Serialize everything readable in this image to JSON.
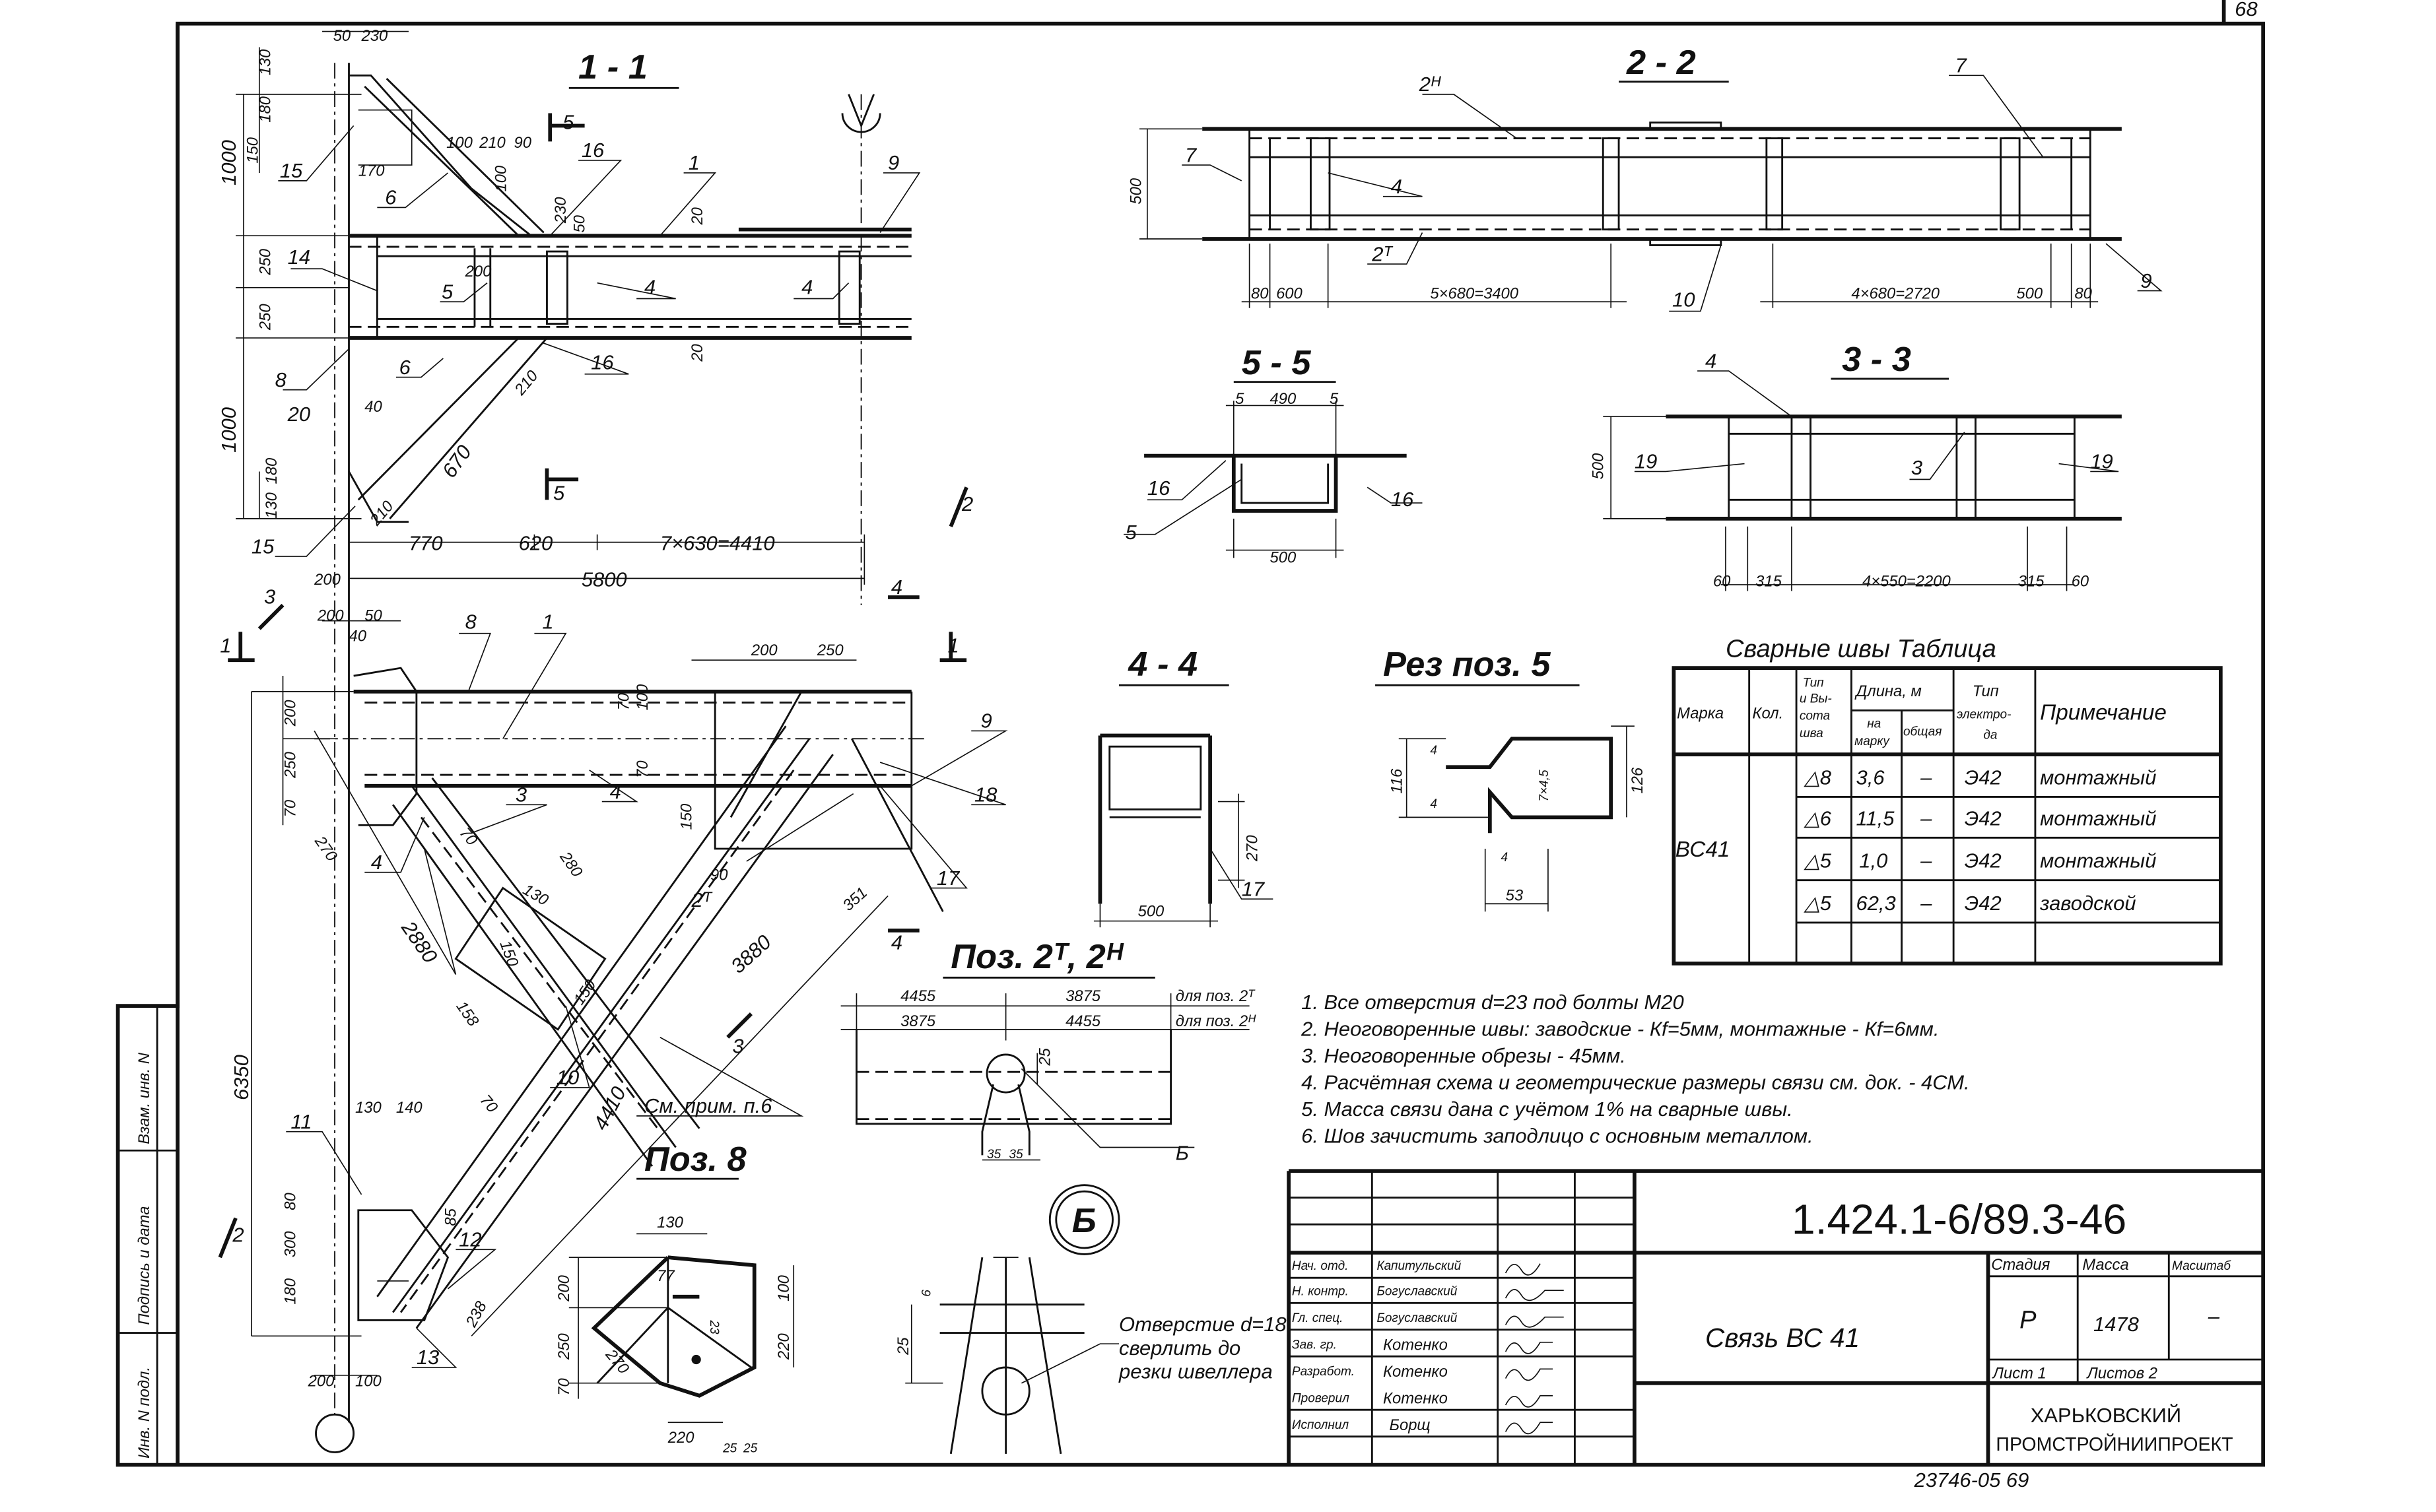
{
  "sheet_number": "68",
  "archive_code": "23746-05 69",
  "view_1_1": {
    "title": "1 - 1",
    "labels": [
      "15",
      "15",
      "14",
      "8",
      "20",
      "6",
      "6",
      "5",
      "4",
      "4",
      "1",
      "9",
      "16",
      "16",
      "5",
      "5"
    ],
    "dims": [
      "50",
      "230",
      "130",
      "180",
      "150",
      "100",
      "170",
      "100",
      "210",
      "90",
      "230",
      "50",
      "20",
      "200",
      "20",
      "1000",
      "250",
      "250",
      "1000",
      "40",
      "180",
      "130",
      "670",
      "210",
      "210",
      "770",
      "620",
      "7×630=4410",
      "5800",
      "200"
    ]
  },
  "view_plan": {
    "labels": [
      "8",
      "1",
      "9",
      "18",
      "3",
      "4",
      "4",
      "2ᵀ",
      "17",
      "10",
      "См. прим. п.6",
      "11",
      "12",
      "13"
    ],
    "section_marks": [
      "1",
      "1",
      "3",
      "3",
      "4",
      "4",
      "2",
      "2"
    ],
    "dims": [
      "200",
      "50",
      "40",
      "200",
      "250",
      "70",
      "270",
      "2880",
      "158",
      "6350",
      "130",
      "140",
      "300",
      "80",
      "180",
      "200",
      "100",
      "4410",
      "238",
      "3880",
      "351",
      "200",
      "250",
      "70",
      "100",
      "70",
      "150",
      "90",
      "280",
      "130",
      "150",
      "150",
      "70",
      "70",
      "85"
    ]
  },
  "view_2_2": {
    "title": "2 - 2",
    "labels": [
      "2ᴴ",
      "7",
      "7",
      "4",
      "2ᵀ",
      "10",
      "9"
    ],
    "dims": [
      "500",
      "80",
      "600",
      "5×680=3400",
      "4×680=2720",
      "500",
      "80"
    ]
  },
  "view_5_5": {
    "title": "5 - 5",
    "labels": [
      "16",
      "16",
      "5"
    ],
    "dims": [
      "5",
      "490",
      "5",
      "500"
    ]
  },
  "view_3_3": {
    "title": "3 - 3",
    "labels": [
      "4",
      "19",
      "3",
      "19"
    ],
    "dims": [
      "500",
      "60",
      "315",
      "4×550=2200",
      "315",
      "60"
    ]
  },
  "view_4_4": {
    "title": "4 - 4",
    "labels": [
      "17"
    ],
    "dims": [
      "270",
      "500"
    ]
  },
  "view_rez_5": {
    "title": "Рез поз. 5",
    "dims": [
      "116",
      "4",
      "4",
      "126",
      "7×4,5",
      "4",
      "53"
    ]
  },
  "view_poz_2": {
    "title": "Поз. 2ᵀ, 2ᴴ",
    "dims": [
      "4455",
      "3875",
      "3875",
      "4455",
      "25",
      "35",
      "35"
    ],
    "row_notes": [
      "для поз. 2ᵀ",
      "для поз. 2ᴴ"
    ],
    "callout": "Б"
  },
  "view_poz_8": {
    "title": "Поз. 8",
    "dims": [
      "130",
      "77",
      "200",
      "250",
      "70",
      "270",
      "100",
      "220",
      "220",
      "23",
      "25",
      "25"
    ]
  },
  "detail_b": {
    "callout": "Б",
    "dims": [
      "25",
      "6"
    ],
    "note": [
      "Отверстие d=18",
      "сверлить до",
      "резки швеллера"
    ]
  },
  "weld_table": {
    "title": "Сварные швы  Таблица",
    "headers": {
      "mark": "Марка",
      "qty": "Кол.",
      "type": [
        "Тип",
        "и Вы-",
        "сота",
        "шва"
      ],
      "length": "Длина, м",
      "length_per_mark": [
        "на",
        "марку"
      ],
      "length_total": "общая",
      "electrode": [
        "Тип",
        "электро-",
        "да"
      ],
      "note": "Примечание"
    },
    "mark": "ВС41",
    "qty": "",
    "rows": [
      {
        "type": "△8",
        "per_mark": "3,6",
        "total": "–",
        "electrode": "Э42",
        "note": "монтажный"
      },
      {
        "type": "△6",
        "per_mark": "11,5",
        "total": "–",
        "electrode": "Э42",
        "note": "монтажный"
      },
      {
        "type": "△5",
        "per_mark": "1,0",
        "total": "–",
        "electrode": "Э42",
        "note": "монтажный"
      },
      {
        "type": "△5",
        "per_mark": "62,3",
        "total": "–",
        "electrode": "Э42",
        "note": "заводской"
      }
    ]
  },
  "notes": [
    "1. Все отверстия d=23 под болты М20",
    "2. Неоговоренные швы: заводские - Кf=5мм, монтажные - Кf=6мм.",
    "3. Неоговоренные обрезы - 45мм.",
    "4. Расчётная схема и геометрические размеры связи см. док. - 4СМ.",
    "5. Масса связи дана с учётом 1% на сварные швы.",
    "6. Шов зачистить заподлицо с основным металлом."
  ],
  "title_block": {
    "document_code": "1.424.1-6/89.3-46",
    "drawing_name": "Связь ВС 41",
    "signatures": [
      {
        "role": "Нач. отд.",
        "name": "Капитульский"
      },
      {
        "role": "Н. контр.",
        "name": "Богуславский"
      },
      {
        "role": "Гл. спец.",
        "name": "Богуславский"
      },
      {
        "role": "Зав. гр.",
        "name": "Котенко"
      },
      {
        "role": "Разработ.",
        "name": "Котенко"
      },
      {
        "role": "Проверил",
        "name": "Котенко"
      },
      {
        "role": "Исполнил",
        "name": "Борщ"
      }
    ],
    "stage_label": "Стадия",
    "mass_label": "Масса",
    "scale_label": "Масштаб",
    "stage": "Р",
    "mass": "1478",
    "scale": "–",
    "sheet_label": "Лист 1",
    "sheets_label": "Листов 2",
    "organization": [
      "ХАРЬКОВСКИЙ",
      "ПРОМСТРОЙНИИПРОЕКТ"
    ]
  },
  "side_stamp": [
    "Инв. N подл.",
    "Подпись и дата",
    "Взам. инв. N"
  ]
}
